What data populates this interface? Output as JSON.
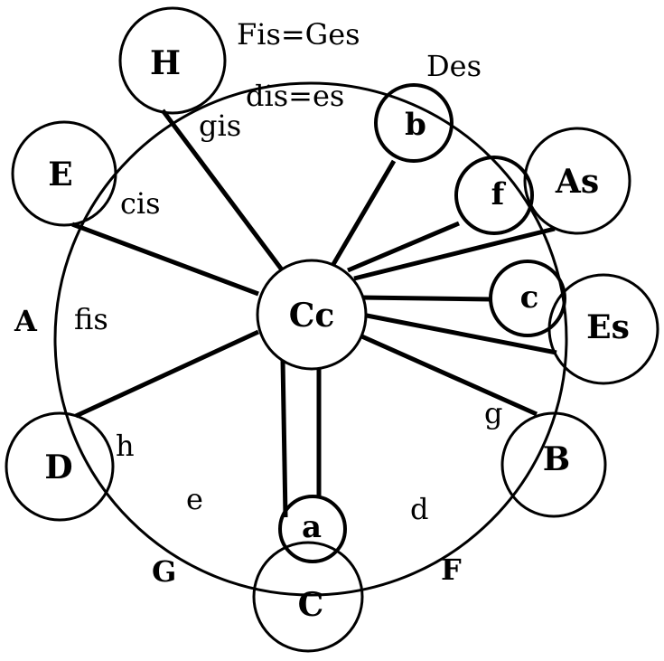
{
  "diagram": {
    "center": "Cc",
    "nodes": [
      {
        "id": "H",
        "label": "H",
        "kind": "major"
      },
      {
        "id": "E",
        "label": "E",
        "kind": "major"
      },
      {
        "id": "D",
        "label": "D",
        "kind": "major"
      },
      {
        "id": "C",
        "label": "C",
        "kind": "major"
      },
      {
        "id": "B",
        "label": "B",
        "kind": "major"
      },
      {
        "id": "Es",
        "label": "Es",
        "kind": "major"
      },
      {
        "id": "As",
        "label": "As",
        "kind": "major"
      },
      {
        "id": "b",
        "label": "b",
        "kind": "minor"
      },
      {
        "id": "f",
        "label": "f",
        "kind": "minor"
      },
      {
        "id": "c",
        "label": "c",
        "kind": "minor"
      },
      {
        "id": "a",
        "label": "a",
        "kind": "minor"
      }
    ],
    "labels": {
      "fis_ges": "Fis=Ges",
      "des": "Des",
      "dis_es": "dis=es",
      "gis": "gis",
      "cis": "cis",
      "a_major": "A",
      "fis": "fis",
      "h": "h",
      "e": "e",
      "g_major": "G",
      "d": "d",
      "f_major": "F",
      "g_minor": "g"
    }
  }
}
